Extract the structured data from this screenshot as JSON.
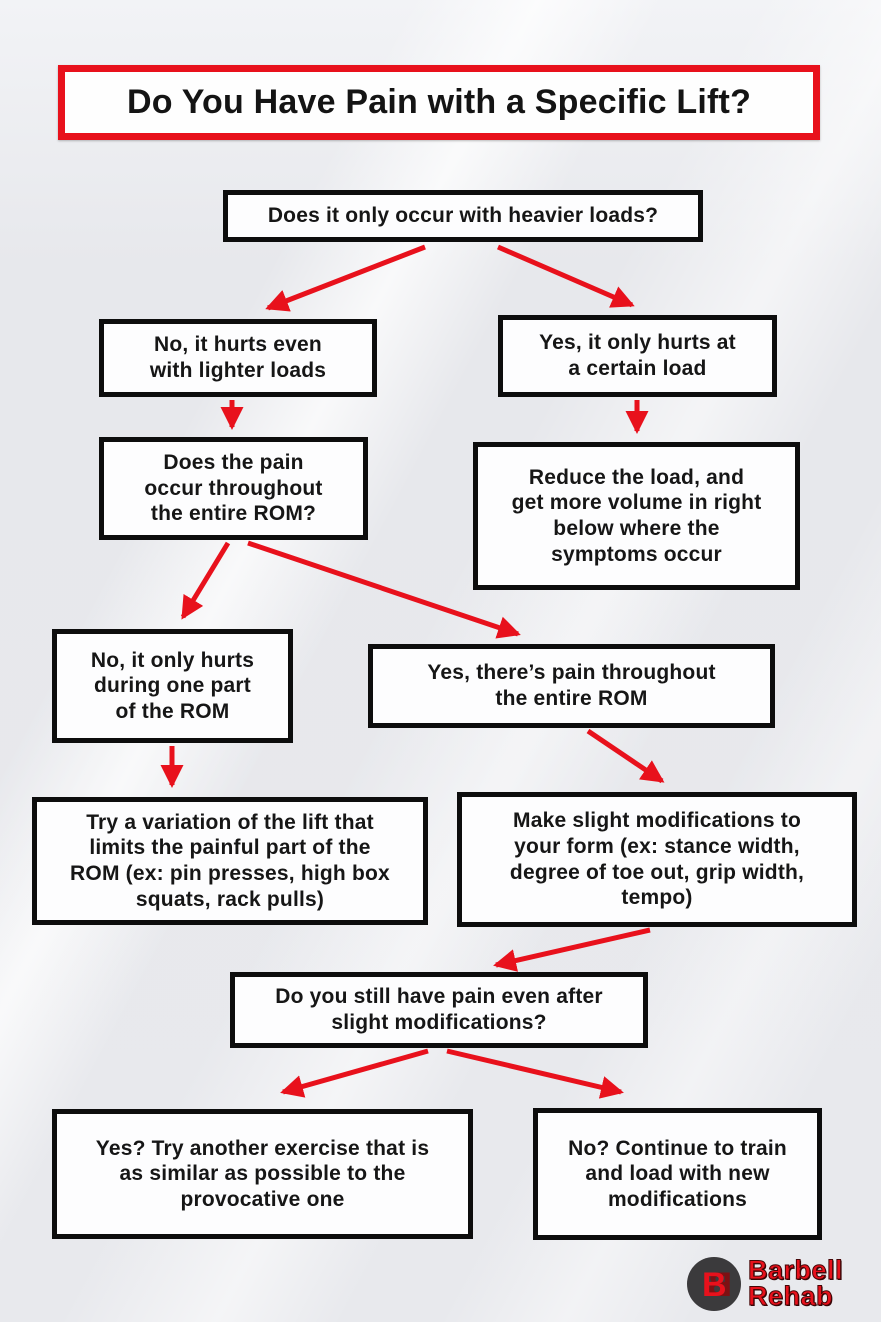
{
  "page": {
    "title": "Do You Have Pain with a Specific Lift?"
  },
  "flowchart": {
    "nodes": {
      "q_heavier": {
        "text": "Does it only occur with heavier loads?"
      },
      "no_lighter_loads": {
        "text": "No, it hurts even\nwith lighter loads"
      },
      "yes_certain_load": {
        "text": "Yes, it only hurts at\na certain load"
      },
      "q_entire_rom": {
        "text": "Does the pain\noccur throughout\nthe entire ROM?"
      },
      "reduce_load": {
        "text": "Reduce the load, and\nget more volume in right\nbelow where the\nsymptoms occur"
      },
      "no_one_part_rom": {
        "text": "No, it only hurts\nduring one part\nof the ROM"
      },
      "yes_entire_rom": {
        "text": "Yes, there’s pain throughout\nthe entire ROM"
      },
      "try_variation": {
        "text": "Try a variation of the lift that\nlimits the painful part of the\nROM (ex: pin presses, high box\nsquats, rack pulls)"
      },
      "make_modifications": {
        "text": "Make slight modifications to\nyour form (ex: stance width,\ndegree of toe out, grip width,\ntempo)"
      },
      "q_pain_after_mods": {
        "text": "Do you still have pain even after\nslight modifications?"
      },
      "yes_try_another": {
        "text": "Yes? Try another exercise that is\nas similar as possible to the\nprovocative one"
      },
      "no_continue": {
        "text": "No? Continue to train\nand load with new\nmodifications"
      }
    }
  },
  "logo": {
    "monogram": "B",
    "brand_line1": "Barbell",
    "brand_line2": "Rehab"
  },
  "colors": {
    "accent_red": "#e8111c",
    "box_border": "#0d0d0d",
    "box_fill": "#fdfdfe",
    "background": "#e8e9ed",
    "text": "#161616",
    "logo_circle": "#3b3a3c"
  }
}
